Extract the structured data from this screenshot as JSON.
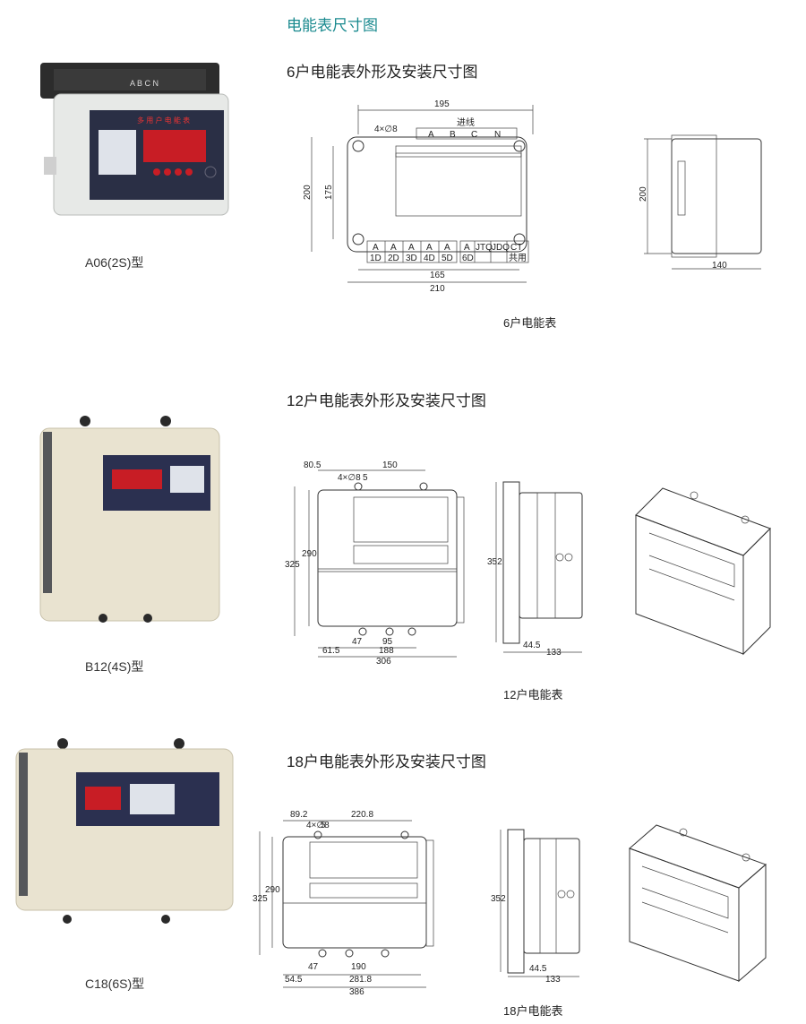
{
  "page_title": "电能表尺寸图",
  "sections": [
    {
      "title": "6户电能表外形及安装尺寸图",
      "caption": "6户电能表",
      "model": "A06(2S)型",
      "panel_label": "多 用 户 电 能 表",
      "terminals_top": [
        "A",
        "B",
        "C",
        "N"
      ],
      "inlet_label": "进线",
      "hole_label": "4×∅8",
      "bottom_A": [
        "A",
        "A",
        "A",
        "A",
        "A",
        "A"
      ],
      "bottom_D": [
        "1D",
        "2D",
        "3D",
        "4D",
        "5D",
        "6D"
      ],
      "bottom_extra": [
        "JTQ",
        "JDQ",
        "CT",
        "共用"
      ],
      "dims": {
        "w_top": "195",
        "w_mid": "165",
        "w_bot": "210",
        "h_out": "200",
        "h_in": "175",
        "side_h": "200",
        "side_d": "140"
      }
    },
    {
      "title": "12户电能表外形及安装尺寸图",
      "caption": "12户电能表",
      "model": "B12(4S)型",
      "hole_label": "4×∅8",
      "dims": {
        "a": "80.5",
        "b": "150",
        "c": "5",
        "h_out": "325",
        "h_in": "290",
        "d1": "47",
        "d2": "95",
        "d3": "188",
        "d4": "61.5",
        "d5": "306",
        "side_h": "352",
        "side_a": "44.5",
        "side_d": "133"
      }
    },
    {
      "title": "18户电能表外形及安装尺寸图",
      "caption": "18户电能表",
      "model": "C18(6S)型",
      "hole_label": "4×∅8",
      "dims": {
        "a": "89.2",
        "b": "220.8",
        "c": "5",
        "h_out": "325",
        "h_in": "290",
        "d1": "47",
        "d2": "190",
        "d3": "281.8",
        "d4": "54.5",
        "d5": "386",
        "side_h": "352",
        "side_a": "44.5",
        "side_d": "133"
      }
    }
  ]
}
